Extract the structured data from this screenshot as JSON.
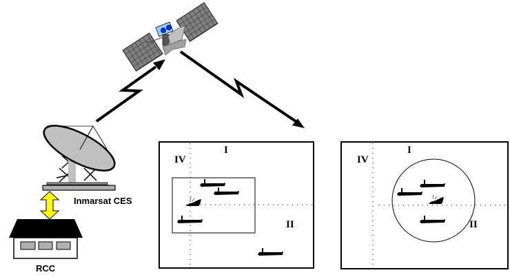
{
  "diagram": {
    "ground_station_label": "Inmarsat CES",
    "rcc_label": "RCC",
    "panels": [
      {
        "id": "rectangular-area",
        "quadrants": [
          "I",
          "II",
          "IV"
        ],
        "search_area_shape": "rectangle"
      },
      {
        "id": "circular-area",
        "quadrants": [
          "I",
          "II",
          "IV"
        ],
        "search_area_shape": "circle"
      }
    ],
    "colors": {
      "arrow_yellow": "#ffff00",
      "dish_gray": "#c0c0c0",
      "panel_gray": "#808080",
      "sat_blue": "#99ccff",
      "sat_lens": "#0033ff"
    }
  }
}
